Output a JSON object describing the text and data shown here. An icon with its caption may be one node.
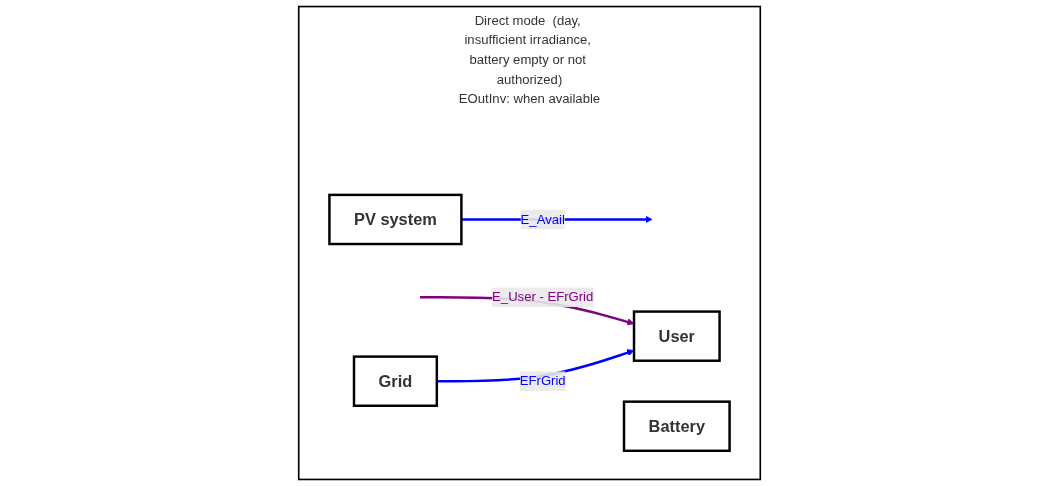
{
  "diagram": {
    "nodes": [
      {
        "text": [
          "Direct mode  (day, insufficient irradiance, battery empty or not authorized)",
          "EOutInv: when available"
        ]
      },
      {
        "text": [
          "PV system"
        ],
        "in": 0
      },
      {
        "text": [
          "Grid"
        ],
        "in": 0
      },
      {
        "text": [
          "User"
        ],
        "in": 0
      },
      {
        "text": [
          "Battery"
        ],
        "in": 0
      }
    ],
    "edges": [
      {
        "from": 1,
        "to": null,
        "arrow": "to",
        "label": "E_Avail",
        "color": "#0000ff"
      },
      {
        "from": null,
        "to": 3,
        "arrow": "to",
        "label": "E_User - EFrGrid",
        "color": "#800080"
      },
      {
        "from": 2,
        "to": 3,
        "arrow": "to",
        "label": "EFrGrid",
        "color": "#0000ff"
      }
    ]
  }
}
